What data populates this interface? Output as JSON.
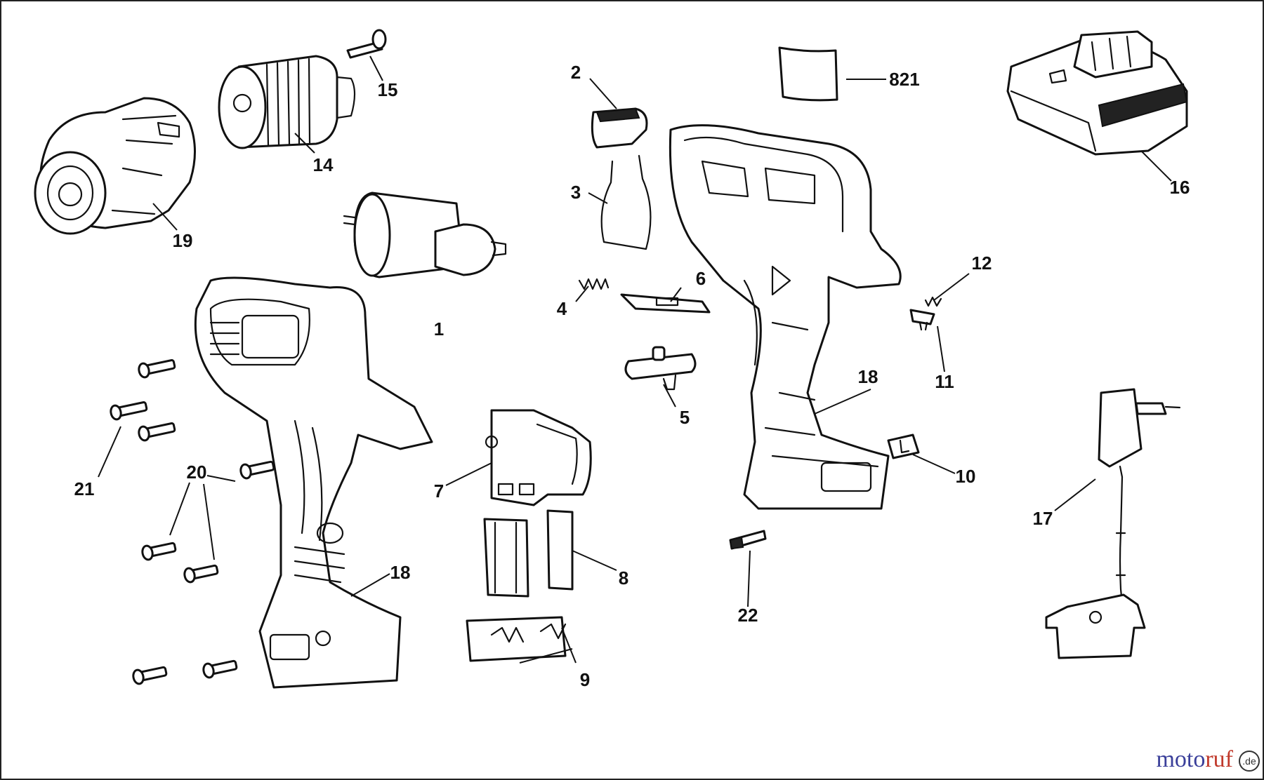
{
  "diagram": {
    "callouts": [
      {
        "id": "c1",
        "label": "1"
      },
      {
        "id": "c2",
        "label": "2"
      },
      {
        "id": "c3",
        "label": "3"
      },
      {
        "id": "c4",
        "label": "4"
      },
      {
        "id": "c5",
        "label": "5"
      },
      {
        "id": "c6",
        "label": "6"
      },
      {
        "id": "c7",
        "label": "7"
      },
      {
        "id": "c8",
        "label": "8"
      },
      {
        "id": "c9",
        "label": "9"
      },
      {
        "id": "c10",
        "label": "10"
      },
      {
        "id": "c11",
        "label": "11"
      },
      {
        "id": "c12",
        "label": "12"
      },
      {
        "id": "c14",
        "label": "14"
      },
      {
        "id": "c15",
        "label": "15"
      },
      {
        "id": "c16",
        "label": "16"
      },
      {
        "id": "c17",
        "label": "17"
      },
      {
        "id": "c18a",
        "label": "18"
      },
      {
        "id": "c18b",
        "label": "18"
      },
      {
        "id": "c19",
        "label": "19"
      },
      {
        "id": "c20",
        "label": "20"
      },
      {
        "id": "c21",
        "label": "21"
      },
      {
        "id": "c22",
        "label": "22"
      },
      {
        "id": "c821",
        "label": "821"
      }
    ]
  },
  "watermark": {
    "part1": "moto",
    "part2": "ruf",
    "suffix": ".de"
  }
}
